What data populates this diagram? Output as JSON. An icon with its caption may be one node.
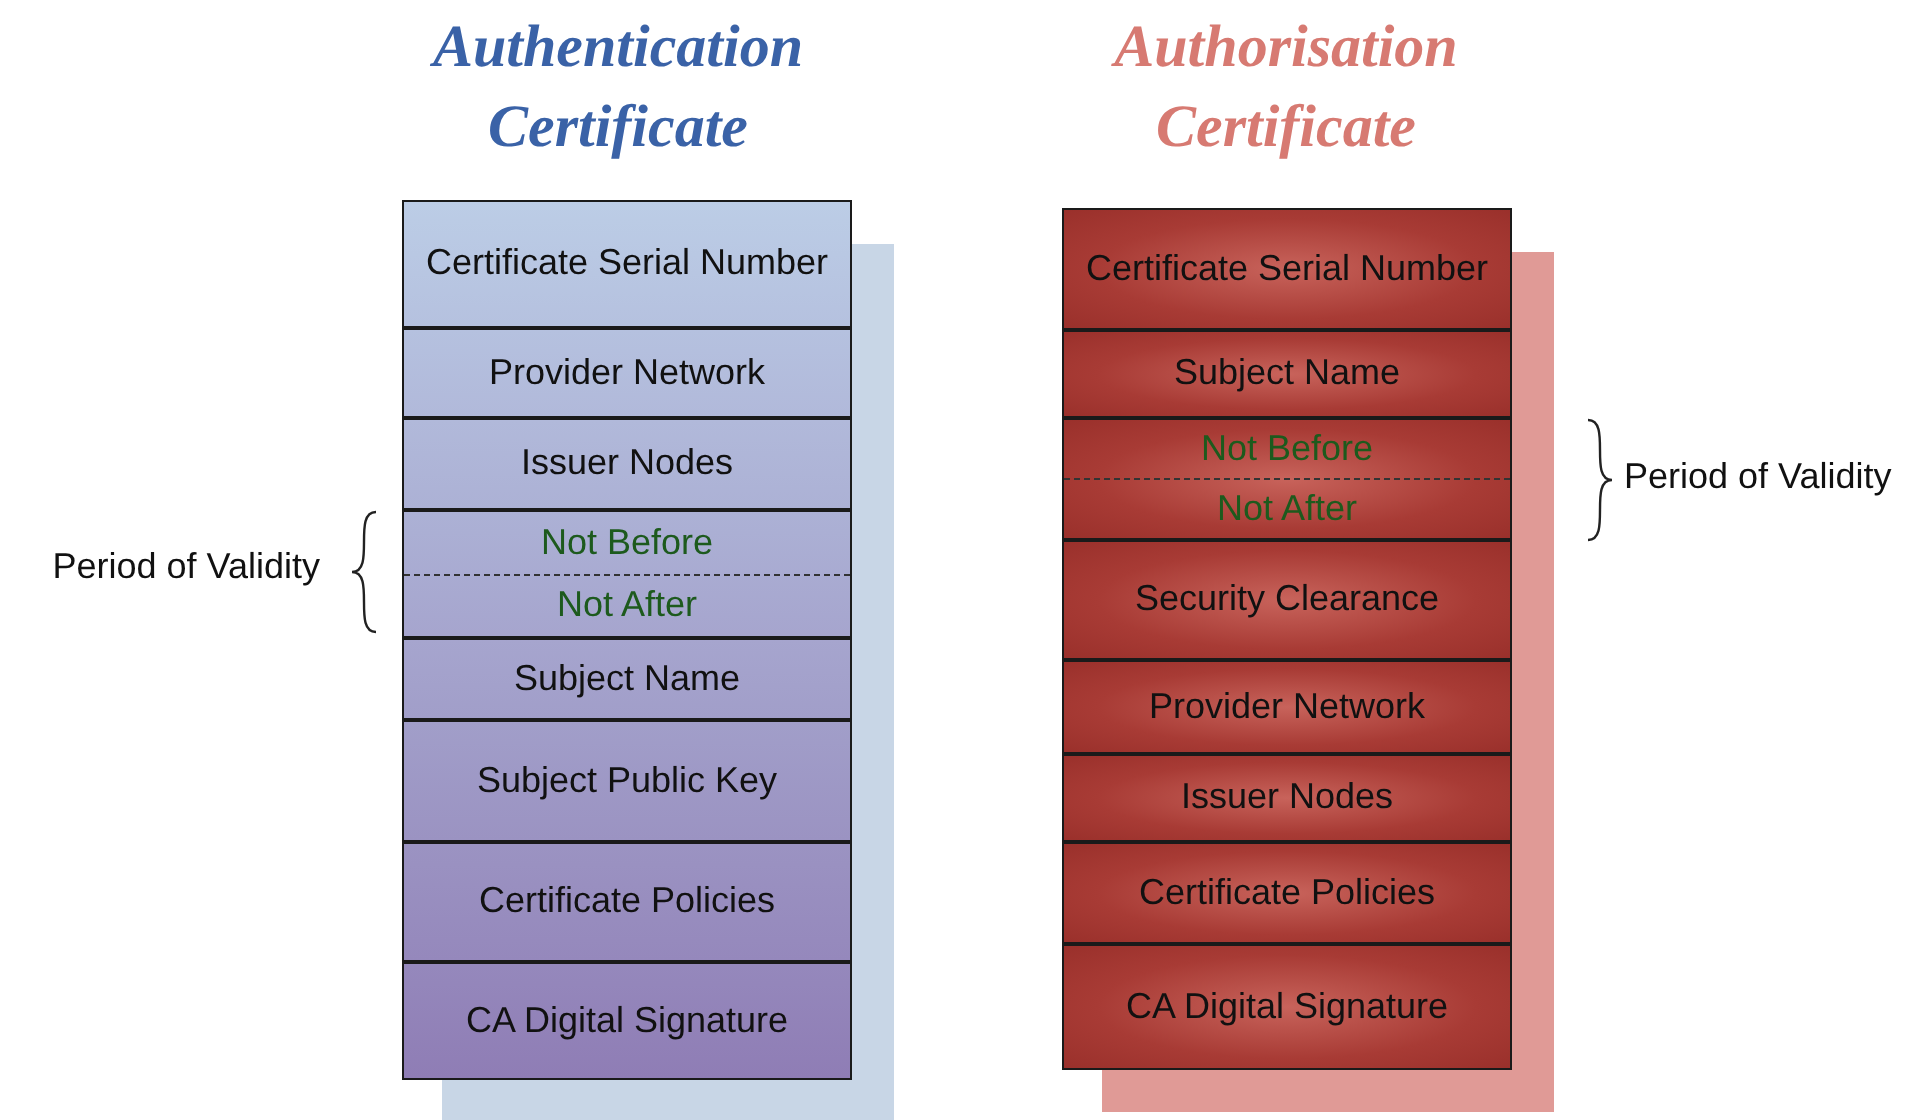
{
  "diagram": {
    "nodes": [
      {
        "text": [
          "Certificate Serial Number"
        ]
      },
      {
        "text": [
          "Provider Network"
        ]
      },
      {
        "text": [
          "Issuer Nodes"
        ]
      },
      {
        "text": [
          "Not Before",
          "Not After"
        ]
      },
      {
        "text": [
          "Subject Name"
        ]
      },
      {
        "text": [
          "Subject Public Key"
        ]
      },
      {
        "text": [
          "Certificate Policies"
        ]
      },
      {
        "text": [
          "CA Digital Signature"
        ]
      },
      {
        "text": [
          "Certificate Serial Number"
        ]
      },
      {
        "text": [
          "Subject Name"
        ]
      },
      {
        "text": [
          "Not Before",
          "Not After"
        ]
      },
      {
        "text": [
          "Security Clearance"
        ]
      },
      {
        "text": [
          "Provider Network"
        ]
      },
      {
        "text": [
          "Issuer Nodes"
        ]
      },
      {
        "text": [
          "Certificate Policies"
        ]
      },
      {
        "text": [
          "CA Digital Signature"
        ]
      }
    ],
    "labels": [
      "Authentication Certificate",
      "Authorisation Certificate",
      "Period of Validity",
      "Period of Validity"
    ]
  }
}
